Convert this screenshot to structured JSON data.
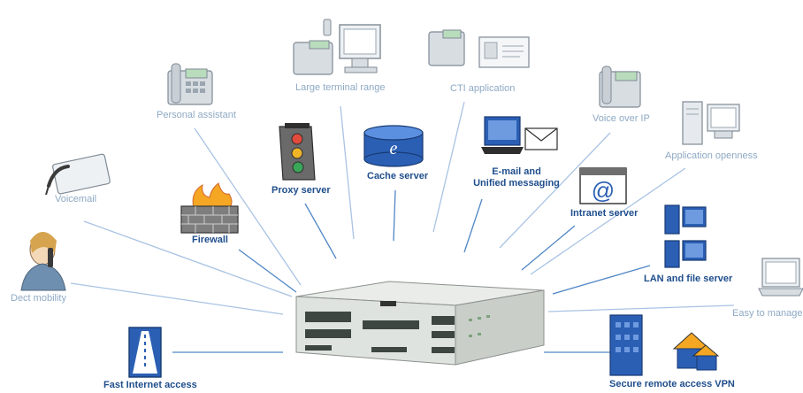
{
  "labels": {
    "voicemail": "Voicemail",
    "personal_assistant": "Personal assistant",
    "large_terminal_range": "Large terminal range",
    "cti_application": "CTI application",
    "voice_over_ip": "Voice over IP",
    "application_openness": "Application openness",
    "dect_mobility": "Dect mobility",
    "easy_to_manage": "Easy to manage",
    "firewall": "Firewall",
    "proxy_server": "Proxy server",
    "cache_server": "Cache server",
    "email_line1": "E-mail and",
    "email_line2": "Unified messaging",
    "intranet_server": "Intranet server",
    "lan_file_server": "LAN and file server",
    "fast_internet": "Fast Internet access",
    "secure_vpn": "Secure remote access VPN"
  },
  "colors": {
    "line": "#a9c3e3",
    "line_dark": "#4f86c6",
    "light_label": "#8ea9c4",
    "dark_label": "#1f4e8c"
  },
  "icons": [
    "desk-phone-icon",
    "envelope-icon",
    "monitor-icon",
    "server-tower-icon",
    "traffic-light-icon",
    "brick-wall-icon",
    "cache-cylinder-icon",
    "at-sign-icon",
    "road-icon",
    "building-icon",
    "house-icon",
    "person-with-phone-icon"
  ]
}
